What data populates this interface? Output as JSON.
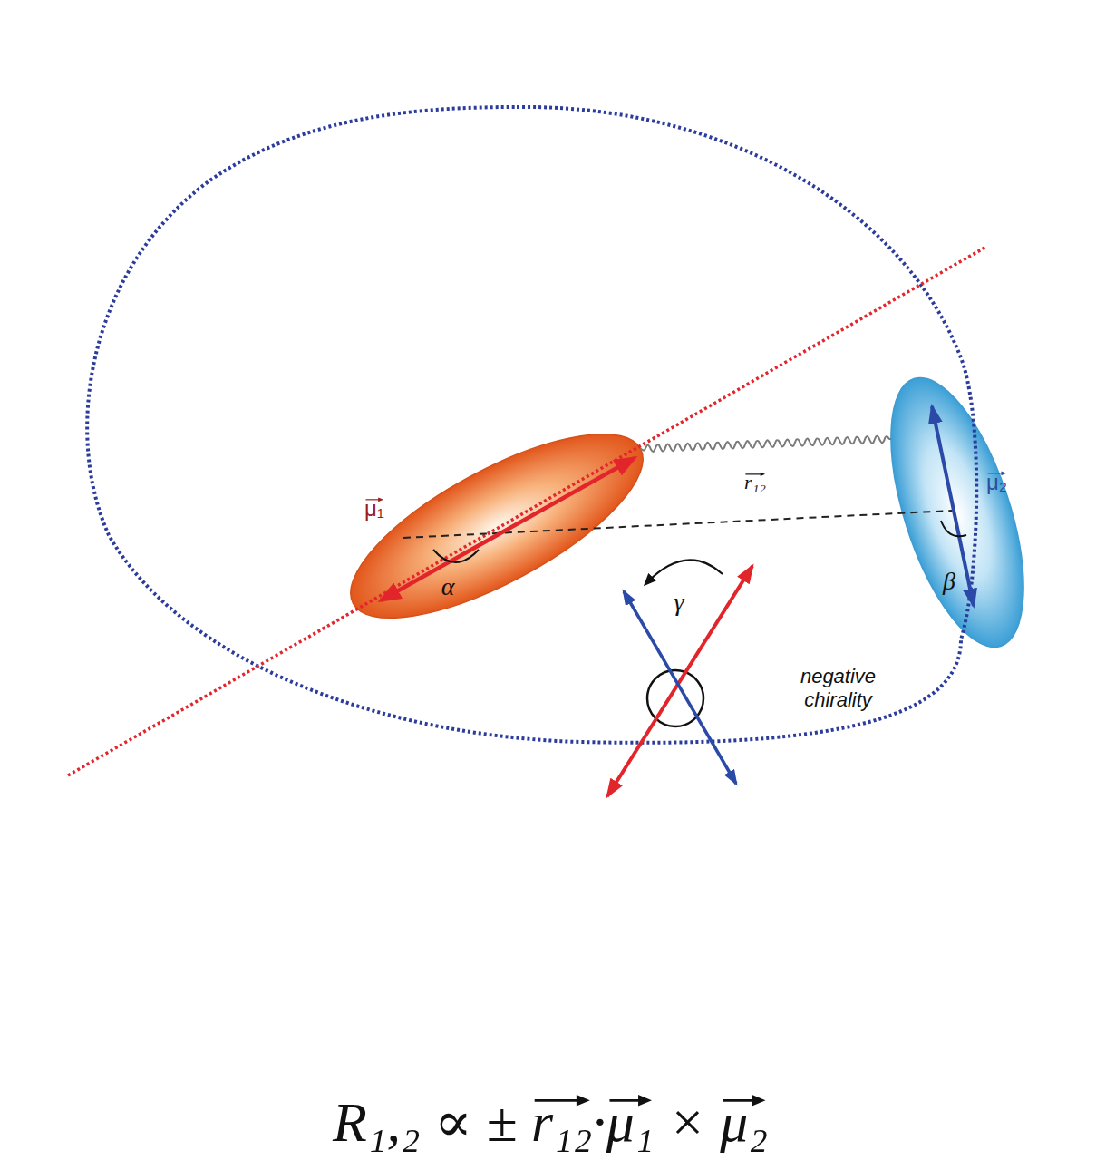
{
  "diagram": {
    "nodes": [
      {
        "text": [
          "μ₁"
        ]
      },
      {
        "text": [
          "μ₂"
        ]
      }
    ],
    "edges": [
      {
        "from": 0,
        "to": 1,
        "arrow": "none"
      }
    ],
    "labels": [
      "r₁₂",
      "α",
      "β",
      "γ",
      "negative chirality",
      "R₁,₂ ∝ ± r₁₂·μ₁ × μ₂"
    ]
  }
}
